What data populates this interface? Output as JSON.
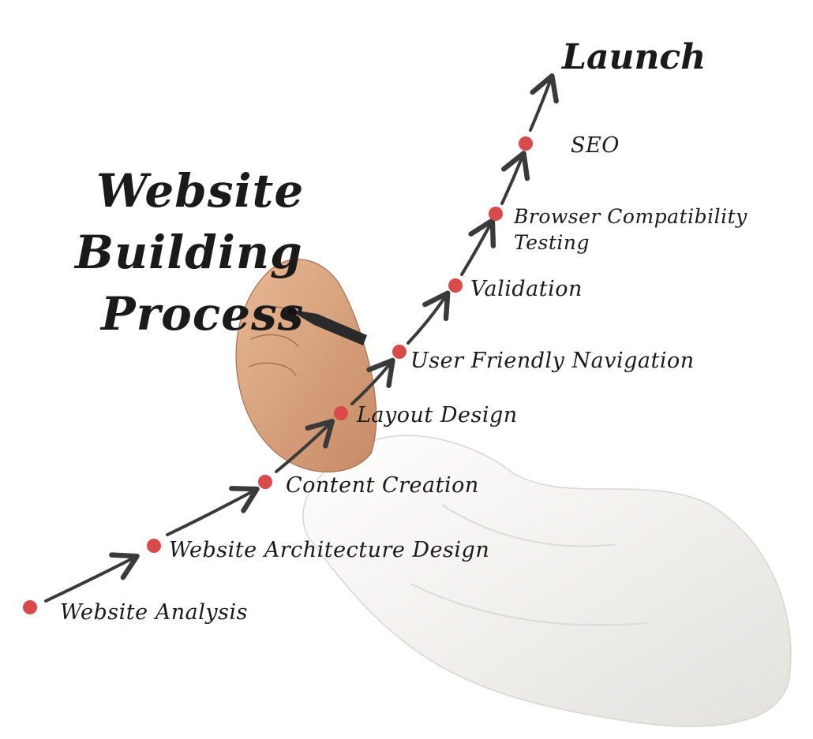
{
  "title": {
    "line1": "Website",
    "line2": "Building",
    "line3": "Process"
  },
  "steps": [
    {
      "label": "Website Analysis"
    },
    {
      "label": "Website Architecture Design"
    },
    {
      "label": "Content Creation"
    },
    {
      "label": "Layout Design"
    },
    {
      "label": "User Friendly Navigation"
    },
    {
      "label": "Validation"
    },
    {
      "label": "Browser Compatibility",
      "label2": "Testing"
    },
    {
      "label": "SEO"
    }
  ],
  "goal": {
    "label": "Launch"
  },
  "colors": {
    "dot": "#d94a4a",
    "arrow": "#3a3a3a",
    "text": "#1a1a1a",
    "skin": "#d9a27e",
    "sleeve": "#f1f0ed"
  },
  "illustration": {
    "hand": "hand-holding-marker",
    "sleeve": "white-shirt-sleeve"
  }
}
